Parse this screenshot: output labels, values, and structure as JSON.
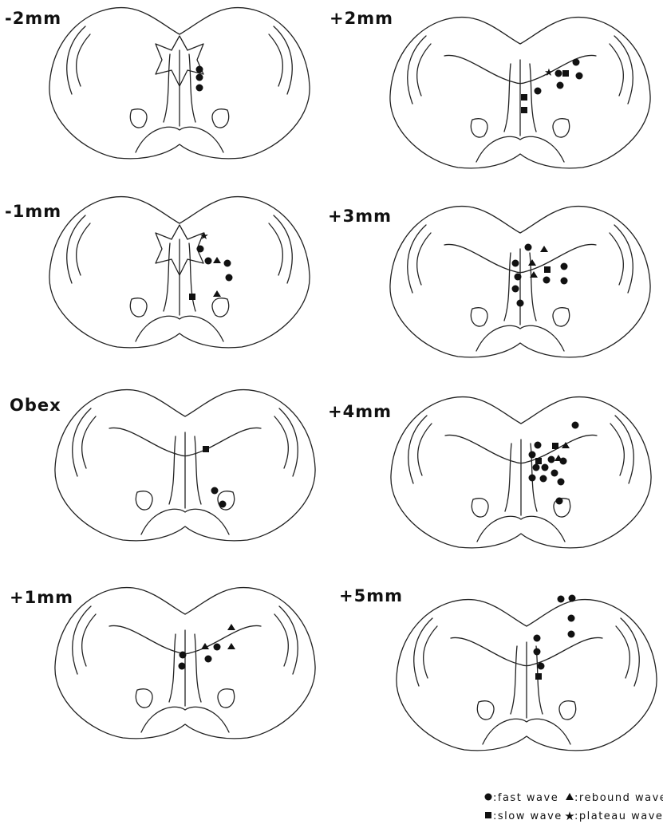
{
  "sections": [
    {
      "label": "-2mm"
    },
    {
      "label": "+2mm"
    },
    {
      "label": "-1mm"
    },
    {
      "label": "+3mm"
    },
    {
      "label": "Obex"
    },
    {
      "label": "+4mm"
    },
    {
      "label": "+1mm"
    },
    {
      "label": "+5mm"
    }
  ],
  "legend": {
    "fast": {
      "symbol": "●",
      "label": ":fast wave"
    },
    "slow": {
      "symbol": "■",
      "label": ":slow wave"
    },
    "rebound": {
      "symbol": "▲",
      "label": ":rebound wave"
    },
    "plateau": {
      "symbol": "★",
      "label": ":plateau wave"
    }
  }
}
